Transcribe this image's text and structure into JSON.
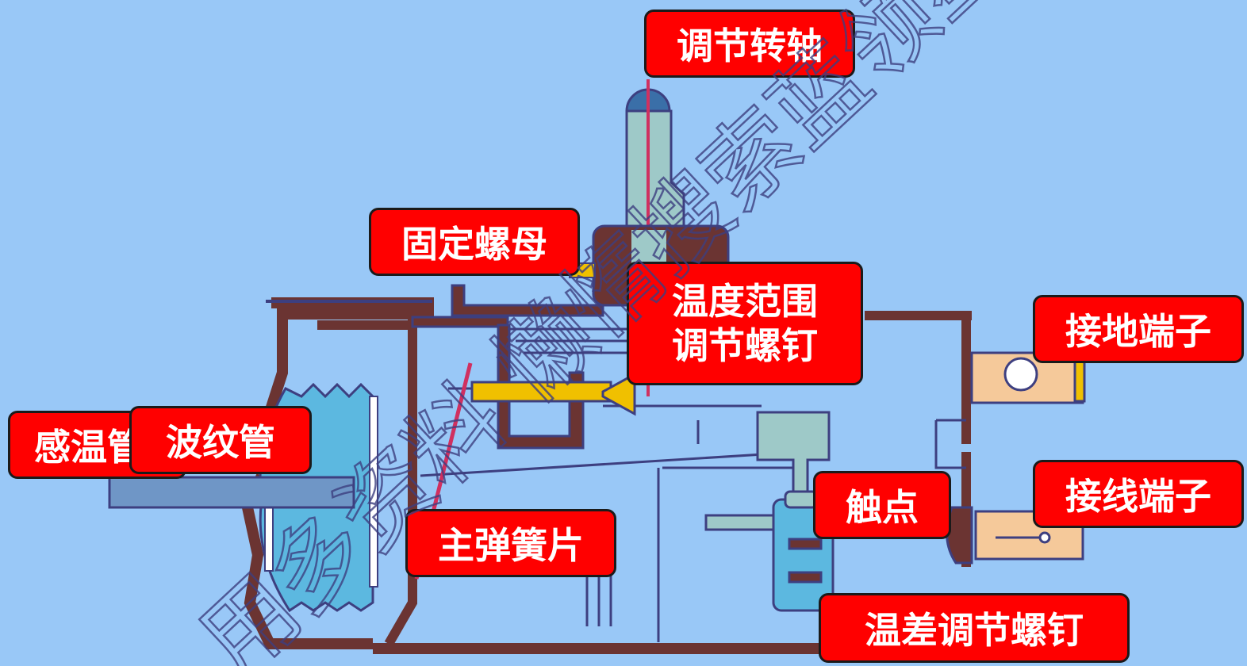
{
  "diagram": {
    "labels": {
      "adjust_shaft": "调节转轴",
      "fixed_nut": "固定螺母",
      "temp_range_screw_line1": "温度范围",
      "temp_range_screw_line2": "调节螺钉",
      "ground_terminal": "接地端子",
      "sensing_tube": "感温管",
      "bellows": "波纹管",
      "main_spring": "主弹簧片",
      "contact": "触点",
      "wiring_terminal": "接线端子",
      "diff_screw": "温差调节螺钉"
    },
    "watermark": "用多资料 懒惰搜索蓝领星"
  },
  "colors": {
    "background": "#99c8f7",
    "label_bg": "#ff0000",
    "frame": "#6b3432",
    "outline": "#3d3f80",
    "bellows": "#5cb8e0",
    "shaft": "#9ec9c8",
    "yellow": "#f0c000",
    "terminal": "#f5c99a"
  }
}
